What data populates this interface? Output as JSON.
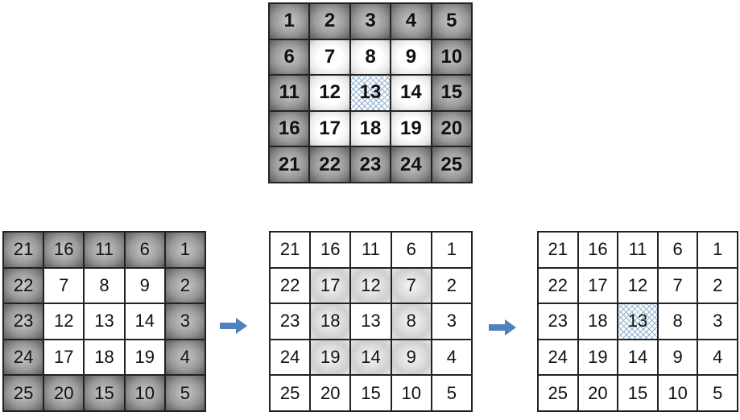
{
  "colors": {
    "arrow": "#4f81bd",
    "hatch": "#8fb0cf",
    "border": "#222222"
  },
  "grids": {
    "top": {
      "cells": [
        {
          "label": "1",
          "shade": "outer"
        },
        {
          "label": "2",
          "shade": "outer"
        },
        {
          "label": "3",
          "shade": "outer"
        },
        {
          "label": "4",
          "shade": "outer"
        },
        {
          "label": "5",
          "shade": "outer"
        },
        {
          "label": "6",
          "shade": "outer"
        },
        {
          "label": "7",
          "shade": "mid"
        },
        {
          "label": "8",
          "shade": "mid"
        },
        {
          "label": "9",
          "shade": "mid"
        },
        {
          "label": "10",
          "shade": "outer"
        },
        {
          "label": "11",
          "shade": "outer"
        },
        {
          "label": "12",
          "shade": "mid"
        },
        {
          "label": "13",
          "shade": "hatch"
        },
        {
          "label": "14",
          "shade": "mid"
        },
        {
          "label": "15",
          "shade": "outer"
        },
        {
          "label": "16",
          "shade": "outer"
        },
        {
          "label": "17",
          "shade": "mid"
        },
        {
          "label": "18",
          "shade": "mid"
        },
        {
          "label": "19",
          "shade": "mid"
        },
        {
          "label": "20",
          "shade": "outer"
        },
        {
          "label": "21",
          "shade": "outer"
        },
        {
          "label": "22",
          "shade": "outer"
        },
        {
          "label": "23",
          "shade": "outer"
        },
        {
          "label": "24",
          "shade": "outer"
        },
        {
          "label": "25",
          "shade": "outer"
        }
      ]
    },
    "a": {
      "cells": [
        {
          "label": "21",
          "shade": "outer"
        },
        {
          "label": "16",
          "shade": "outer"
        },
        {
          "label": "11",
          "shade": "outer"
        },
        {
          "label": "6",
          "shade": "outer"
        },
        {
          "label": "1",
          "shade": "outer"
        },
        {
          "label": "22",
          "shade": "outer"
        },
        {
          "label": "7",
          "shade": "white"
        },
        {
          "label": "8",
          "shade": "white"
        },
        {
          "label": "9",
          "shade": "white"
        },
        {
          "label": "2",
          "shade": "outer"
        },
        {
          "label": "23",
          "shade": "outer"
        },
        {
          "label": "12",
          "shade": "white"
        },
        {
          "label": "13",
          "shade": "white"
        },
        {
          "label": "14",
          "shade": "white"
        },
        {
          "label": "3",
          "shade": "outer"
        },
        {
          "label": "24",
          "shade": "outer"
        },
        {
          "label": "17",
          "shade": "white"
        },
        {
          "label": "18",
          "shade": "white"
        },
        {
          "label": "19",
          "shade": "white"
        },
        {
          "label": "4",
          "shade": "outer"
        },
        {
          "label": "25",
          "shade": "outer"
        },
        {
          "label": "20",
          "shade": "outer"
        },
        {
          "label": "15",
          "shade": "outer"
        },
        {
          "label": "10",
          "shade": "outer"
        },
        {
          "label": "5",
          "shade": "outer"
        }
      ]
    },
    "b": {
      "cells": [
        {
          "label": "21",
          "shade": "white"
        },
        {
          "label": "16",
          "shade": "white"
        },
        {
          "label": "11",
          "shade": "white"
        },
        {
          "label": "6",
          "shade": "white"
        },
        {
          "label": "1",
          "shade": "white"
        },
        {
          "label": "22",
          "shade": "white"
        },
        {
          "label": "17",
          "shade": "soft"
        },
        {
          "label": "12",
          "shade": "soft"
        },
        {
          "label": "7",
          "shade": "soft"
        },
        {
          "label": "2",
          "shade": "white"
        },
        {
          "label": "23",
          "shade": "white"
        },
        {
          "label": "18",
          "shade": "soft"
        },
        {
          "label": "13",
          "shade": "white"
        },
        {
          "label": "8",
          "shade": "soft"
        },
        {
          "label": "3",
          "shade": "white"
        },
        {
          "label": "24",
          "shade": "white"
        },
        {
          "label": "19",
          "shade": "soft"
        },
        {
          "label": "14",
          "shade": "soft"
        },
        {
          "label": "9",
          "shade": "soft"
        },
        {
          "label": "4",
          "shade": "white"
        },
        {
          "label": "25",
          "shade": "white"
        },
        {
          "label": "20",
          "shade": "white"
        },
        {
          "label": "15",
          "shade": "white"
        },
        {
          "label": "10",
          "shade": "white"
        },
        {
          "label": "5",
          "shade": "white"
        }
      ]
    },
    "c": {
      "cells": [
        {
          "label": "21",
          "shade": "white"
        },
        {
          "label": "16",
          "shade": "white"
        },
        {
          "label": "11",
          "shade": "white"
        },
        {
          "label": "6",
          "shade": "white"
        },
        {
          "label": "1",
          "shade": "white"
        },
        {
          "label": "22",
          "shade": "white"
        },
        {
          "label": "17",
          "shade": "white"
        },
        {
          "label": "12",
          "shade": "white"
        },
        {
          "label": "7",
          "shade": "white"
        },
        {
          "label": "2",
          "shade": "white"
        },
        {
          "label": "23",
          "shade": "white"
        },
        {
          "label": "18",
          "shade": "white"
        },
        {
          "label": "13",
          "shade": "hatch"
        },
        {
          "label": "8",
          "shade": "white"
        },
        {
          "label": "3",
          "shade": "white"
        },
        {
          "label": "24",
          "shade": "white"
        },
        {
          "label": "19",
          "shade": "white"
        },
        {
          "label": "14",
          "shade": "white"
        },
        {
          "label": "9",
          "shade": "white"
        },
        {
          "label": "4",
          "shade": "white"
        },
        {
          "label": "25",
          "shade": "white"
        },
        {
          "label": "20",
          "shade": "white"
        },
        {
          "label": "15",
          "shade": "white"
        },
        {
          "label": "10",
          "shade": "white"
        },
        {
          "label": "5",
          "shade": "white"
        }
      ]
    }
  },
  "arrows": [
    {
      "icon": "arrow-right-icon"
    },
    {
      "icon": "arrow-right-icon"
    }
  ]
}
